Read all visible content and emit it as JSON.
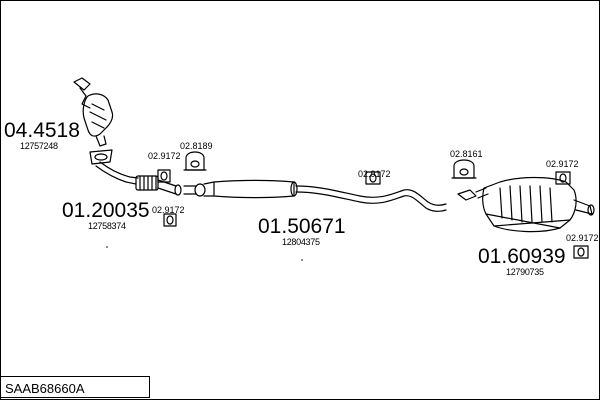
{
  "diagram_title": "SAAB68660A",
  "parts": [
    {
      "code": "04.4518",
      "ref": "12757248"
    },
    {
      "code": "01.20035",
      "ref": "12758374"
    },
    {
      "code": "01.50671",
      "ref": "12804375"
    },
    {
      "code": "01.60939",
      "ref": "12790735"
    }
  ],
  "small_parts": [
    "02.9172",
    "02.8189",
    "02.9172",
    "02.9172",
    "02.8161",
    "02.9172",
    "02.9172"
  ]
}
